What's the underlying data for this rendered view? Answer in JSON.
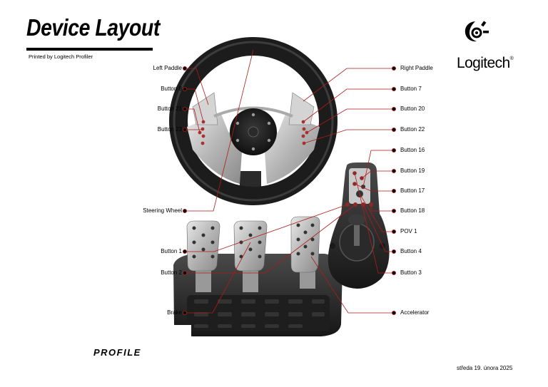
{
  "title": "Device Layout",
  "subtitle": "Printed by Logitech Profiler",
  "brand": "Logitech",
  "brand_mark": "®",
  "footer_logo": "PROFILE",
  "date": "středa 19. února 2025",
  "labels": {
    "left_paddle": "Left Paddle",
    "button_8": "Button 8",
    "button_21": "Button 21",
    "button_23": "Button 23",
    "steering_wheel": "Steering Wheel",
    "button_1": "Button 1",
    "button_2": "Button 2",
    "brake": "Brake",
    "right_paddle": "Right Paddle",
    "button_7": "Button 7",
    "button_20": "Button 20",
    "button_22": "Button 22",
    "button_16": "Button 16",
    "button_19": "Button 19",
    "button_17": "Button 17",
    "button_18": "Button 18",
    "pov_1": "POV 1",
    "button_4": "Button 4",
    "button_3": "Button 3",
    "accelerator": "Accelerator"
  }
}
